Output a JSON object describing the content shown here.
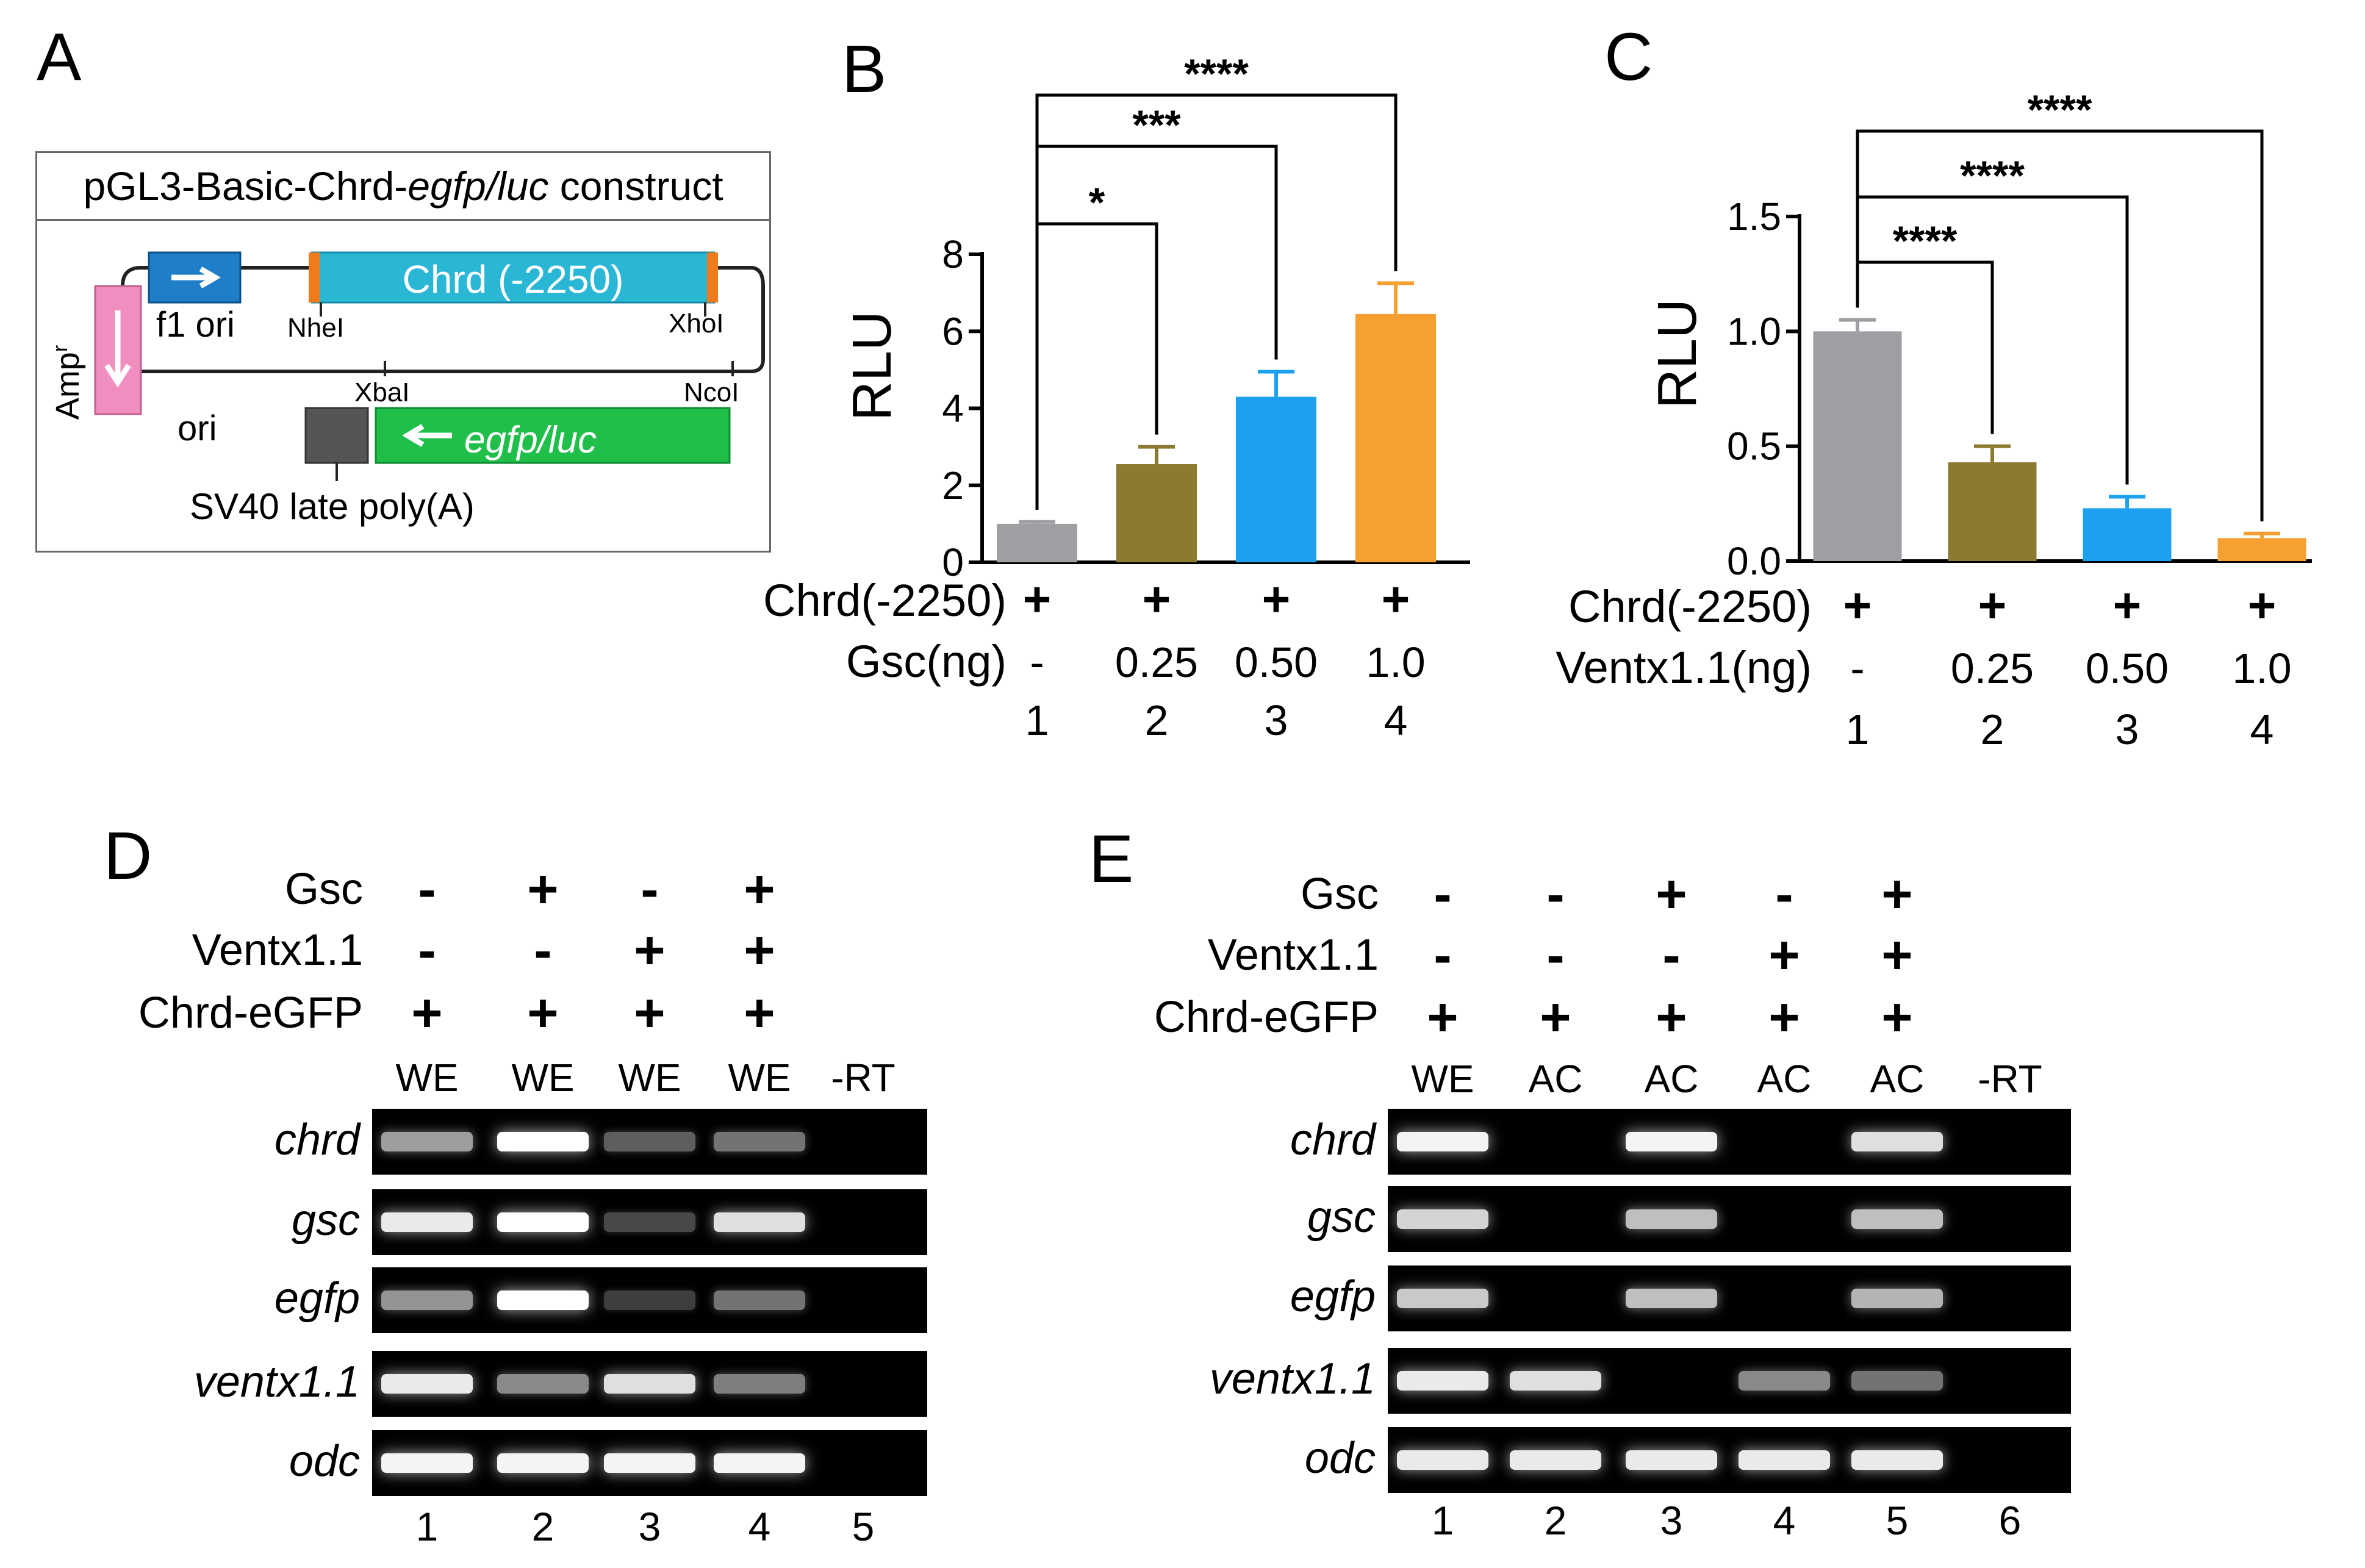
{
  "panels": {
    "a": "A",
    "b": "B",
    "c": "C",
    "d": "D",
    "e": "E"
  },
  "construct": {
    "title_prefix": "pGL3-Basic-Chrd-",
    "title_italic": "egfp/luc",
    "title_suffix": " construct",
    "chrd": "Chrd (-2250)",
    "f1ori": "f1 ori",
    "nhei": "NheI",
    "xhoi": "XhoI",
    "xbai": "XbaI",
    "ncoi": "NcoI",
    "ori": "ori",
    "amp": "Amp",
    "amp_sup": "r",
    "reporter": "egfp/luc",
    "polya": "SV40 late poly(A)",
    "colors": {
      "blue": "#1f7ec8",
      "cyan": "#2ab7d5",
      "orange": "#f07b1d",
      "pink": "#f08fbf",
      "green": "#1fbf4a",
      "gray": "#555555"
    }
  },
  "chart_data": [
    {
      "type": "bar",
      "panel": "B",
      "ylabel": "RLU",
      "ylim": [
        0,
        8
      ],
      "yticks": [
        0,
        2,
        4,
        6,
        8
      ],
      "categories": [
        "1",
        "2",
        "3",
        "4"
      ],
      "values": [
        1.0,
        2.55,
        4.3,
        6.45
      ],
      "errors": [
        0.05,
        0.45,
        0.65,
        0.8
      ],
      "colors": [
        "#9e9ea3",
        "#8c7a30",
        "#1ea0f0",
        "#f5a030"
      ],
      "row1_label": "Chrd(-2250)",
      "row1": [
        "+",
        "+",
        "+",
        "+"
      ],
      "row2_label": "Gsc(ng)",
      "row2": [
        "-",
        "0.25",
        "0.50",
        "1.0"
      ],
      "row3": [
        "1",
        "2",
        "3",
        "4"
      ],
      "significance": [
        {
          "from": 1,
          "to": 2,
          "label": "*"
        },
        {
          "from": 1,
          "to": 3,
          "label": "***"
        },
        {
          "from": 1,
          "to": 4,
          "label": "****"
        }
      ]
    },
    {
      "type": "bar",
      "panel": "C",
      "ylabel": "RLU",
      "ylim": [
        0,
        1.5
      ],
      "yticks": [
        "0.0",
        "0.5",
        "1.0",
        "1.5"
      ],
      "categories": [
        "1",
        "2",
        "3",
        "4"
      ],
      "values": [
        1.0,
        0.43,
        0.23,
        0.1
      ],
      "errors": [
        0.05,
        0.07,
        0.05,
        0.02
      ],
      "colors": [
        "#9e9ea3",
        "#8c7a30",
        "#1ea0f0",
        "#f5a030"
      ],
      "row1_label": "Chrd(-2250)",
      "row1": [
        "+",
        "+",
        "+",
        "+"
      ],
      "row2_label": "Ventx1.1(ng)",
      "row2": [
        "-",
        "0.25",
        "0.50",
        "1.0"
      ],
      "row3": [
        "1",
        "2",
        "3",
        "4"
      ],
      "significance": [
        {
          "from": 1,
          "to": 2,
          "label": "****"
        },
        {
          "from": 1,
          "to": 3,
          "label": "****"
        },
        {
          "from": 1,
          "to": 4,
          "label": "****"
        }
      ]
    }
  ],
  "gel_d": {
    "row_labels": [
      "Gsc",
      "Ventx1.1",
      "Chrd-eGFP"
    ],
    "rows": [
      [
        "-",
        "+",
        "-",
        "+"
      ],
      [
        "-",
        "-",
        "+",
        "+"
      ],
      [
        "+",
        "+",
        "+",
        "+"
      ]
    ],
    "samples": [
      "WE",
      "WE",
      "WE",
      "WE",
      "-RT"
    ],
    "genes": [
      "chrd",
      "gsc",
      "egfp",
      "ventx1.1",
      "odc"
    ],
    "intensity": [
      [
        0.55,
        1.0,
        0.25,
        0.35,
        0
      ],
      [
        0.9,
        1.0,
        0.15,
        0.85,
        0
      ],
      [
        0.5,
        1.0,
        0.1,
        0.35,
        0
      ],
      [
        0.9,
        0.45,
        0.85,
        0.4,
        0
      ],
      [
        0.95,
        0.95,
        0.95,
        0.95,
        0
      ]
    ],
    "lanes": [
      "1",
      "2",
      "3",
      "4",
      "5"
    ]
  },
  "gel_e": {
    "row_labels": [
      "Gsc",
      "Ventx1.1",
      "Chrd-eGFP"
    ],
    "rows": [
      [
        "-",
        "-",
        "+",
        "-",
        "+"
      ],
      [
        "-",
        "-",
        "-",
        "+",
        "+"
      ],
      [
        "+",
        "+",
        "+",
        "+",
        "+"
      ]
    ],
    "samples": [
      "WE",
      "AC",
      "AC",
      "AC",
      "AC",
      "-RT"
    ],
    "genes": [
      "chrd",
      "gsc",
      "egfp",
      "ventx1.1",
      "odc"
    ],
    "intensity": [
      [
        0.95,
        0,
        0.95,
        0,
        0.85,
        0
      ],
      [
        0.8,
        0,
        0.7,
        0,
        0.7,
        0
      ],
      [
        0.75,
        0,
        0.7,
        0,
        0.65,
        0
      ],
      [
        0.9,
        0.85,
        0,
        0.45,
        0.35,
        0
      ],
      [
        0.9,
        0.9,
        0.9,
        0.9,
        0.9,
        0
      ]
    ],
    "lanes": [
      "1",
      "2",
      "3",
      "4",
      "5",
      "6"
    ]
  }
}
